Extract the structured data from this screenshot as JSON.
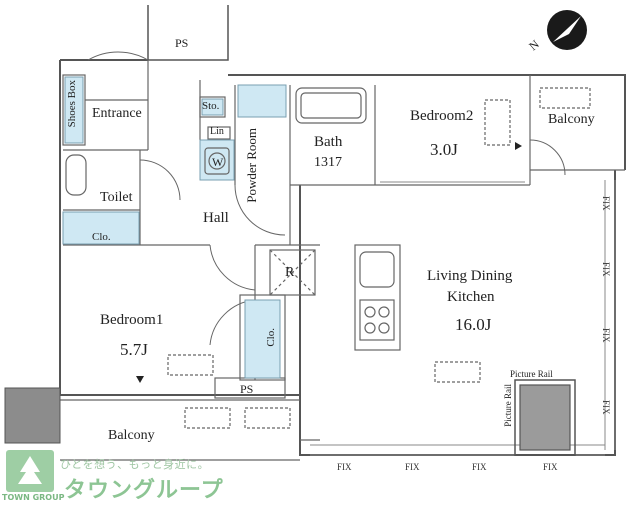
{
  "rooms": {
    "ps_top": "PS",
    "shoes_box": "Shoes Box",
    "entrance": "Entrance",
    "sto": "Sto.",
    "lin": "Lin",
    "washer": "W",
    "powder_room": "Powder Room",
    "bath": "Bath",
    "bath_size": "1317",
    "bedroom2": "Bedroom2",
    "bedroom2_size": "3.0J",
    "balcony_right": "Balcony",
    "toilet": "Toilet",
    "closet_toilet": "Clo.",
    "hall": "Hall",
    "refrigerator": "R",
    "ldk_line1": "Living Dining",
    "ldk_line2": "Kitchen",
    "ldk_size": "16.0J",
    "bedroom1": "Bedroom1",
    "bedroom1_size": "5.7J",
    "closet_bedroom1": "Clo.",
    "ps_bottom": "PS",
    "picture_rail_h": "Picture Rail",
    "picture_rail_v": "Picture Rail",
    "balcony_bottom": "Balcony"
  },
  "fix_labels": {
    "right": [
      "FIX",
      "FIX",
      "FIX",
      "FIX"
    ],
    "bottom": [
      "FIX",
      "FIX",
      "FIX",
      "FIX"
    ]
  },
  "compass": {
    "north": "N"
  },
  "logo": {
    "slogan": "ひとを想う、もっと身近に。",
    "brand": "タウングループ",
    "group": "TOWN GROUP"
  },
  "colors": {
    "wall": "#555555",
    "fixture_fill": "#cfe8f3",
    "logo_green": "#8dc594"
  }
}
